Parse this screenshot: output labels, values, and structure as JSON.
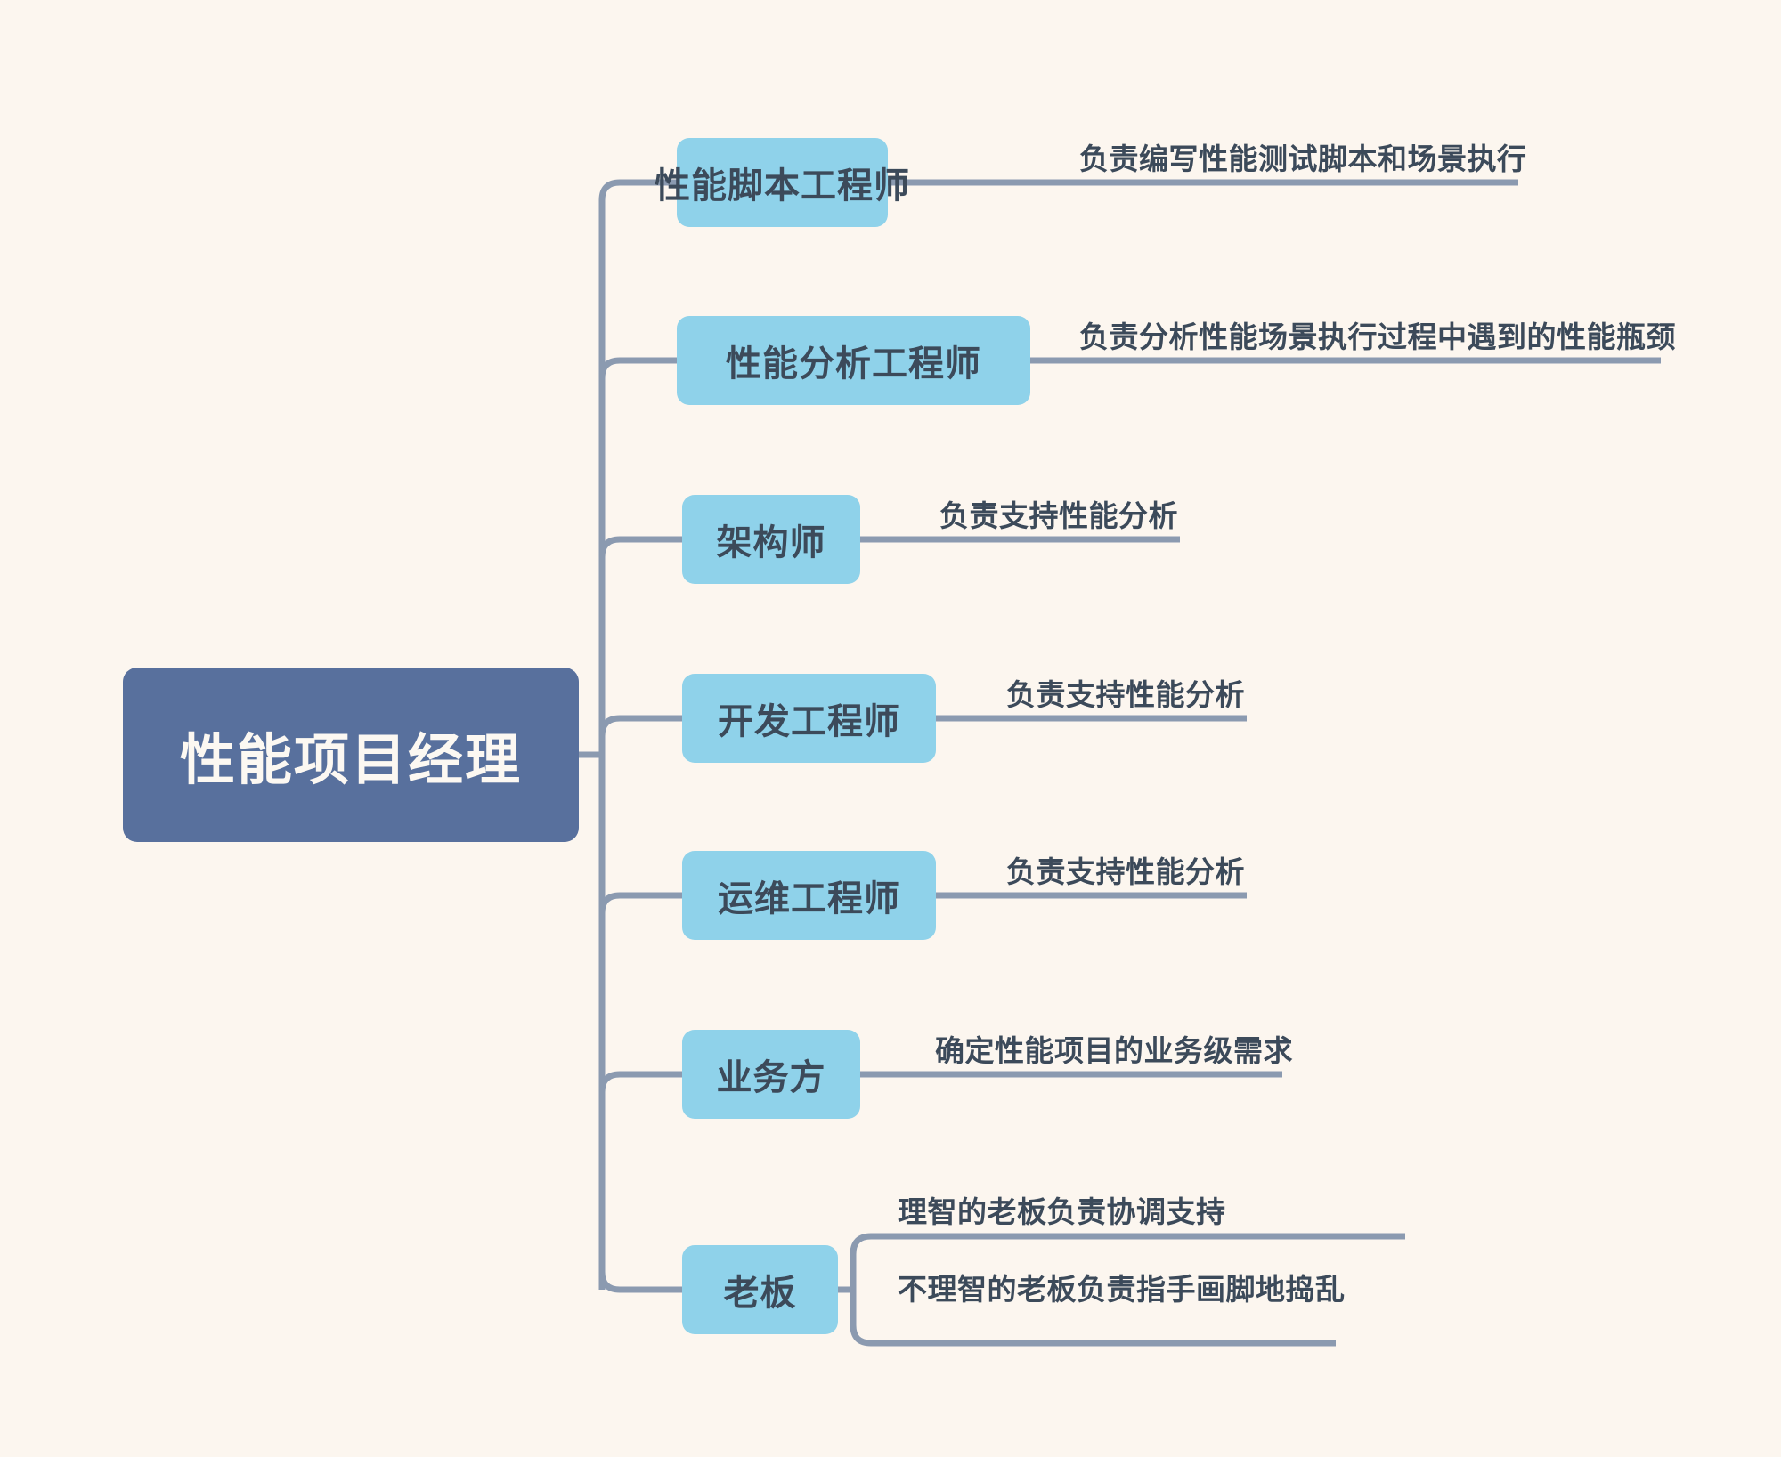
{
  "diagram": {
    "type": "mindmap",
    "direction": "left-to-right",
    "background_color": "#fcf6ef",
    "root_color": "#58709d",
    "branch_color": "#8fd2ea",
    "text_color": "#3c4a5a",
    "connector_color": "#8b9ab0",
    "root": {
      "label": "性能项目经理"
    },
    "branches": [
      {
        "label": "性能脚本工程师",
        "details": [
          "负责编写性能测试脚本和场景执行"
        ]
      },
      {
        "label": "性能分析工程师",
        "details": [
          "负责分析性能场景执行过程中遇到的性能瓶颈"
        ]
      },
      {
        "label": "架构师",
        "details": [
          "负责支持性能分析"
        ]
      },
      {
        "label": "开发工程师",
        "details": [
          "负责支持性能分析"
        ]
      },
      {
        "label": "运维工程师",
        "details": [
          "负责支持性能分析"
        ]
      },
      {
        "label": "业务方",
        "details": [
          "确定性能项目的业务级需求"
        ]
      },
      {
        "label": "老板",
        "details": [
          "理智的老板负责协调支持",
          "不理智的老板负责指手画脚地捣乱"
        ]
      }
    ]
  }
}
